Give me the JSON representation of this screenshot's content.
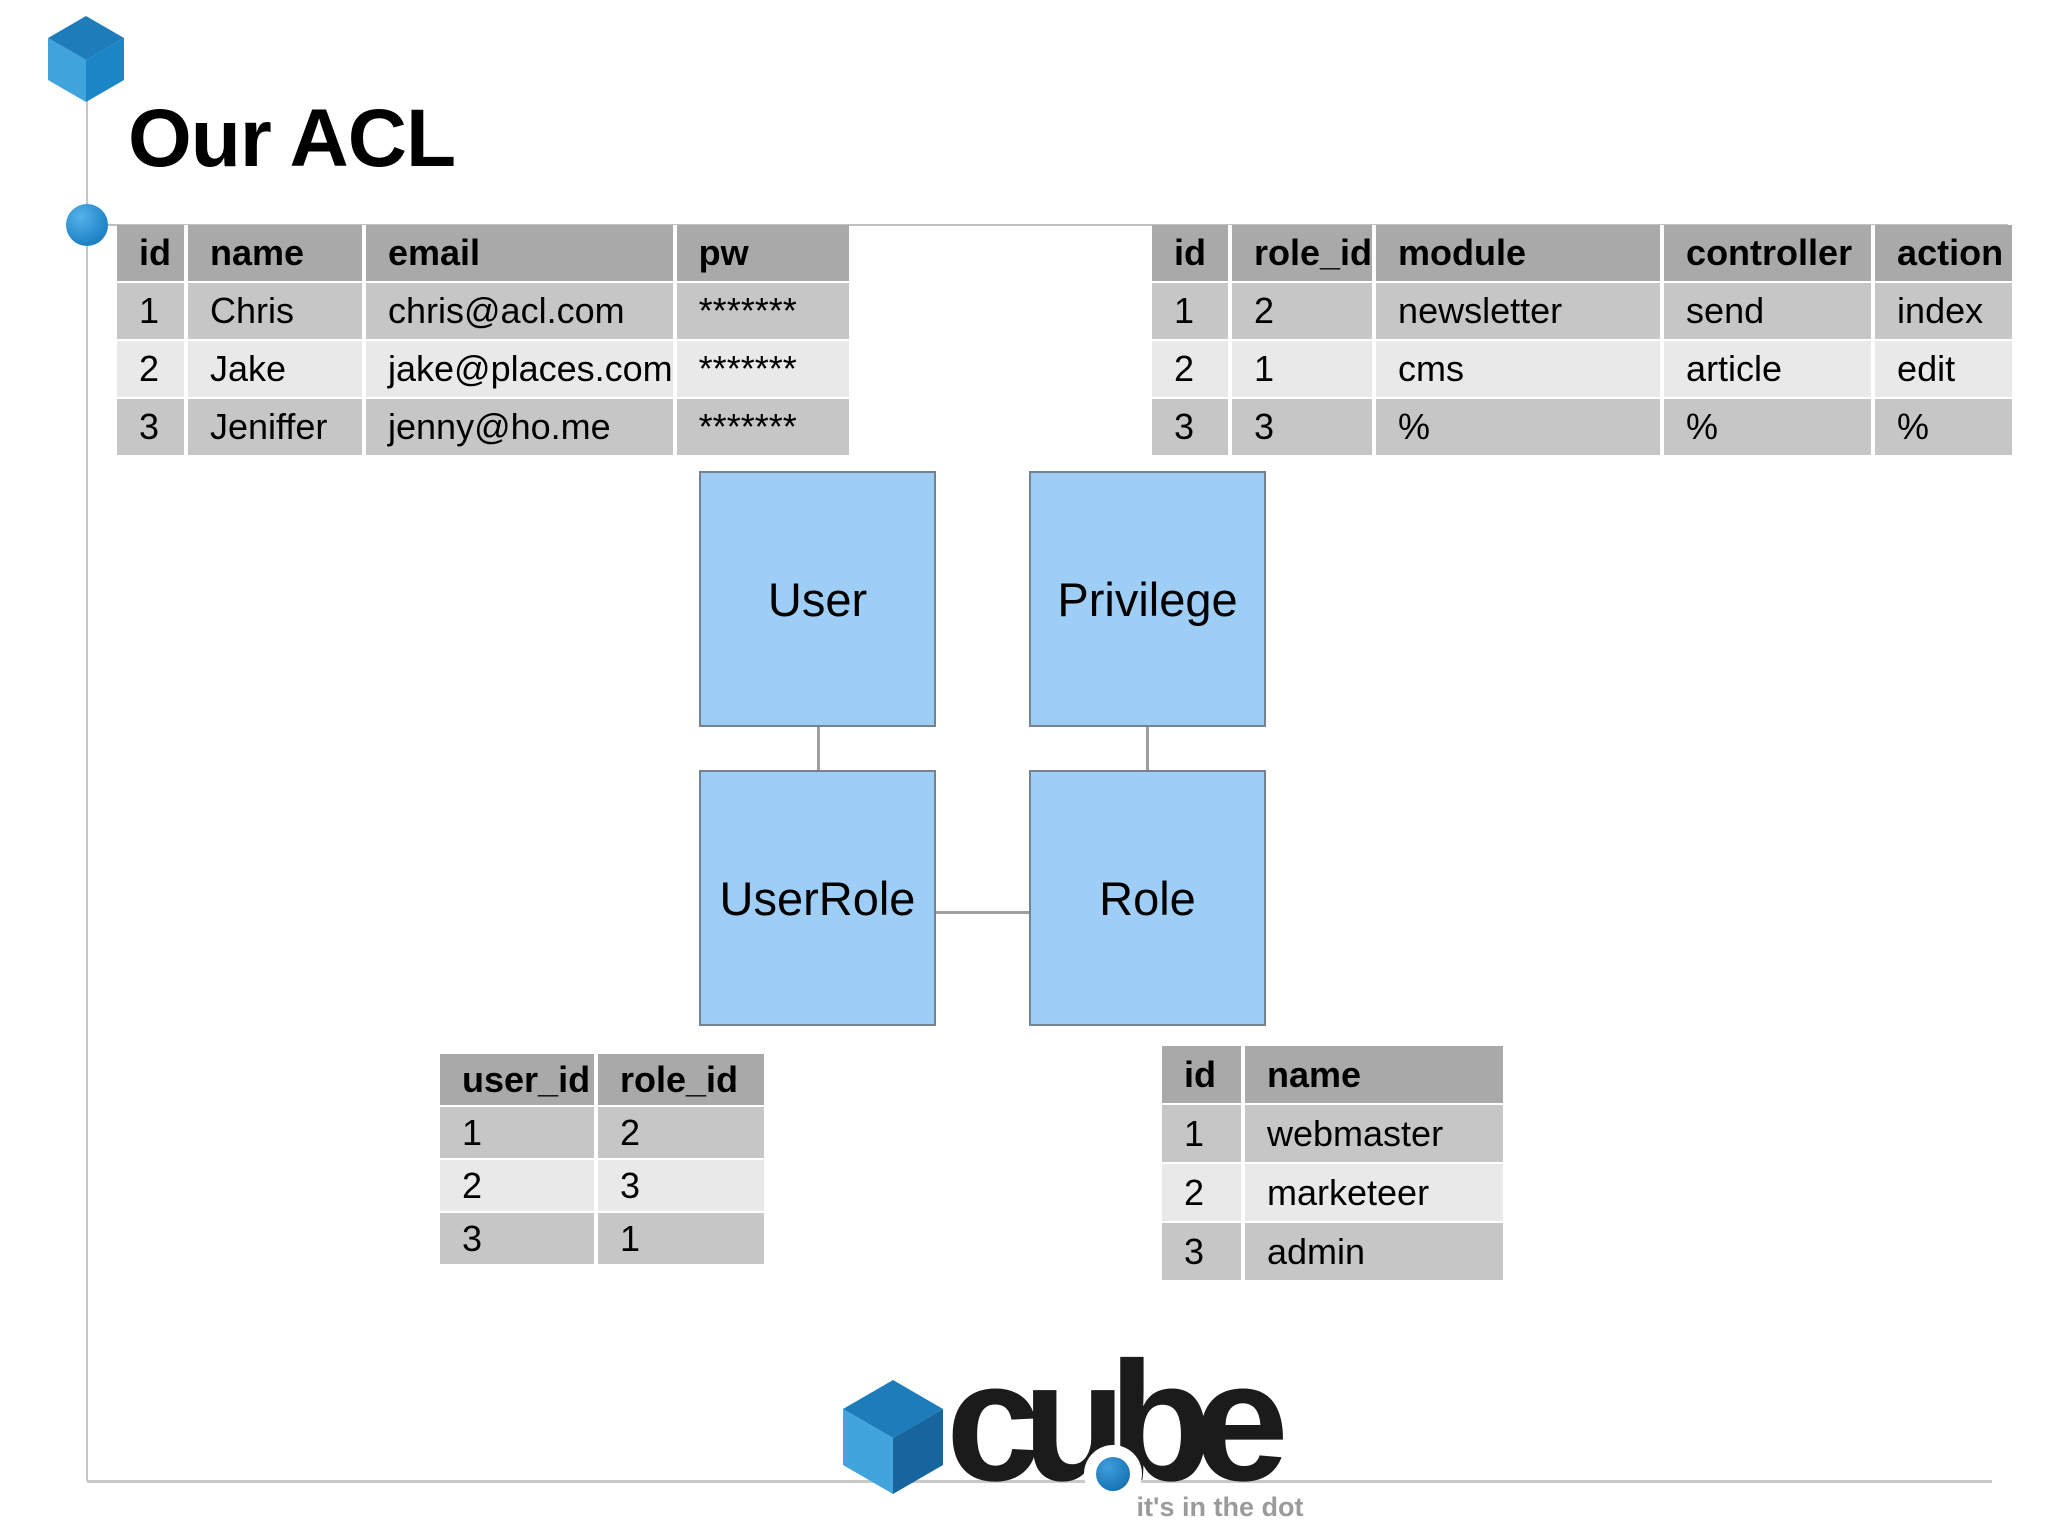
{
  "slide": {
    "title": "Our ACL"
  },
  "tables": {
    "users": {
      "headers": [
        "id",
        "name",
        "email",
        "pw"
      ],
      "rows": [
        [
          "1",
          "Chris",
          "chris@acl.com",
          "*******"
        ],
        [
          "2",
          "Jake",
          "jake@places.com",
          "*******"
        ],
        [
          "3",
          "Jeniffer",
          "jenny@ho.me",
          "*******"
        ]
      ]
    },
    "privileges": {
      "headers": [
        "id",
        "role_id",
        "module",
        "controller",
        "action"
      ],
      "rows": [
        [
          "1",
          "2",
          "newsletter",
          "send",
          "index"
        ],
        [
          "2",
          "1",
          "cms",
          "article",
          "edit"
        ],
        [
          "3",
          "3",
          "%",
          "%",
          "%"
        ]
      ]
    },
    "user_roles": {
      "headers": [
        "user_id",
        "role_id"
      ],
      "rows": [
        [
          "1",
          "2"
        ],
        [
          "2",
          "3"
        ],
        [
          "3",
          "1"
        ]
      ]
    },
    "roles": {
      "headers": [
        "id",
        "name"
      ],
      "rows": [
        [
          "1",
          "webmaster"
        ],
        [
          "2",
          "marketeer"
        ],
        [
          "3",
          "admin"
        ]
      ]
    }
  },
  "entities": {
    "user": {
      "label": "User"
    },
    "privilege": {
      "label": "Privilege"
    },
    "userrole": {
      "label": "UserRole"
    },
    "role": {
      "label": "Role"
    }
  },
  "footer": {
    "logo_text": "cube",
    "tagline": "it's in the dot"
  },
  "icons": {
    "corner_cube": "cube-icon",
    "bullet": "bullet-circle-icon",
    "logo_cube": "cube-logo-icon",
    "logo_dot": "logo-dot-icon"
  },
  "colors": {
    "table_header_gray": "#a9a9a9",
    "table_row_dark": "#c6c6c6",
    "table_row_light": "#e9e9e9",
    "entity_fill_blue": "#9ecdf6",
    "entity_border": "#75828f",
    "connector_gray": "#a0a0a0",
    "frame_line_gray": "#c6c6c6",
    "brand_blue_light": "#41a3dc",
    "brand_blue_mid": "#1e7cba",
    "brand_blue_dark": "#16659f",
    "logo_black": "#1b1b1b",
    "tagline_gray": "#9b9b9b"
  }
}
